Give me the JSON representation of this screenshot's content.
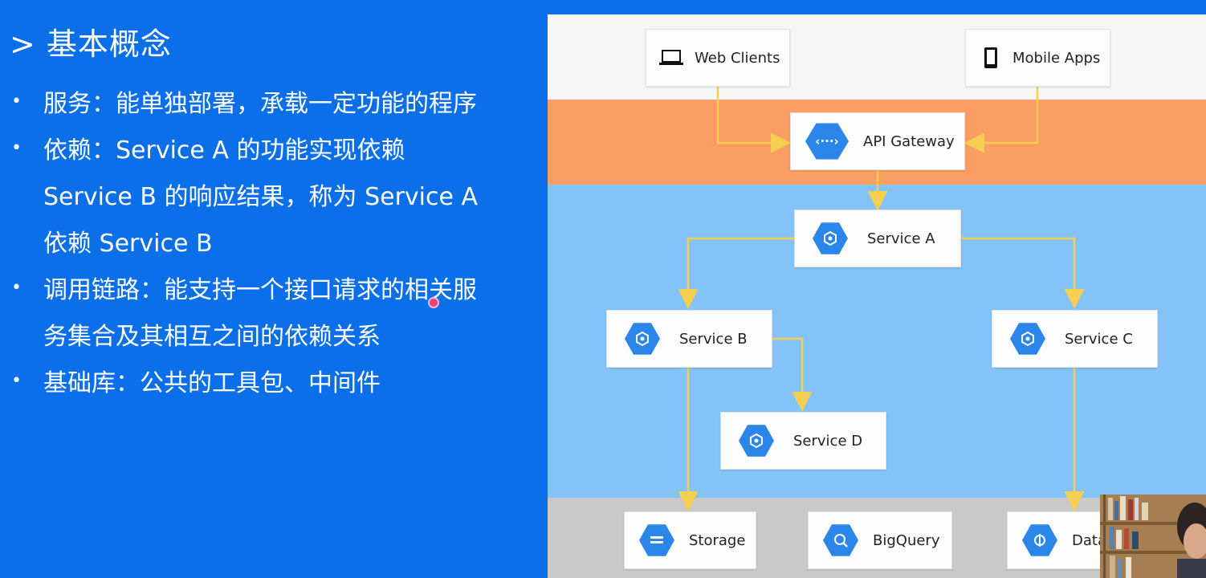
{
  "slide": {
    "heading": "> 基本概念",
    "bullets": [
      {
        "lines": [
          "服务：能单独部署，承载一定功能的程序"
        ]
      },
      {
        "lines": [
          "依赖：Service A 的功能实现依赖",
          "Service B 的响应结果，称为 Service A",
          "依赖 Service B"
        ]
      },
      {
        "lines": [
          "调用链路：能支持一个接口请求的相关服",
          "务集合及其相互之间的依赖关系"
        ]
      },
      {
        "lines": [
          "基础库：公共的工具包、中间件"
        ]
      }
    ]
  },
  "diagram": {
    "clients": {
      "web": {
        "label": "Web Clients",
        "icon": "laptop-icon"
      },
      "mobile": {
        "label": "Mobile Apps",
        "icon": "smartphone-icon"
      }
    },
    "gateway": {
      "label": "API Gateway",
      "icon": "api-hexagon-icon"
    },
    "services": {
      "a": {
        "label": "Service A",
        "icon": "service-hexagon-icon"
      },
      "b": {
        "label": "Service B",
        "icon": "service-hexagon-icon"
      },
      "c": {
        "label": "Service C",
        "icon": "service-hexagon-icon"
      },
      "d": {
        "label": "Service D",
        "icon": "service-hexagon-icon"
      }
    },
    "storage": {
      "storage": {
        "label": "Storage",
        "icon": "storage-hexagon-icon"
      },
      "bigquery": {
        "label": "BigQuery",
        "icon": "bigquery-hexagon-icon"
      },
      "data": {
        "label": "Data",
        "icon": "datastore-hexagon-icon"
      }
    },
    "colors": {
      "slide_bg": "#0a6fe9",
      "client_band": "#f6f6f6",
      "gateway_band": "#fb9e63",
      "service_band": "#84c3f7",
      "storage_band": "#c9c9c9",
      "connector": "#f5cf4f",
      "icon_blue": "#2b86ea"
    }
  }
}
